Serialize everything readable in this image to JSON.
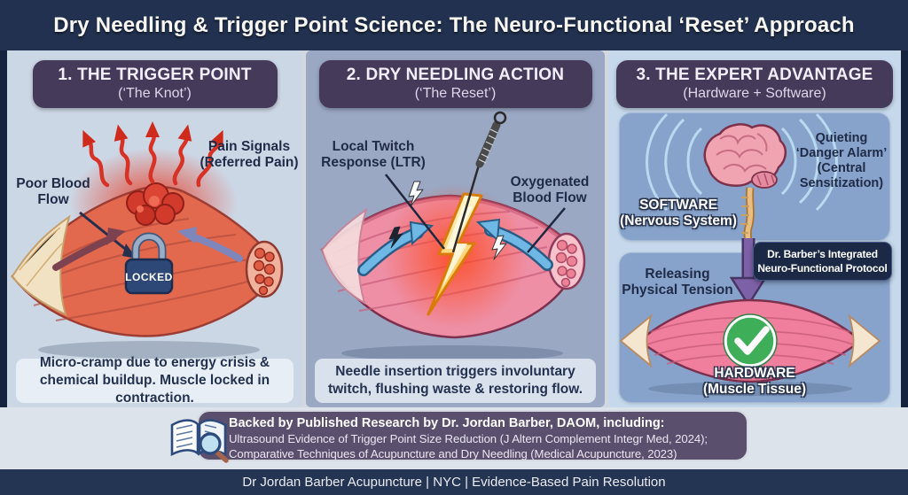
{
  "title": "Dry Needling & Trigger Point Science: The Neuro-Functional ‘Reset’ Approach",
  "panels": [
    {
      "heading": "1. THE TRIGGER POINT",
      "subheading": "(‘The Knot’)",
      "label_pain": "Pain Signals\n(Referred Pain)",
      "label_flow": "Poor Blood\nFlow",
      "lock_text": "LOCKED",
      "caption": "Micro-cramp due to energy crisis & chemical buildup. Muscle locked in contraction."
    },
    {
      "heading": "2. DRY NEEDLING ACTION",
      "subheading": "(‘The Reset’)",
      "label_ltr": "Local Twitch\nResponse (LTR)",
      "label_oxy": "Oxygenated\nBlood Flow",
      "caption": "Needle insertion triggers involuntary twitch, flushing waste & restoring flow."
    },
    {
      "heading": "3. THE EXPERT ADVANTAGE",
      "subheading": "(Hardware + Software)",
      "label_quieting": "Quieting\n‘Danger Alarm’\n(Central\nSensitization)",
      "label_software": "SOFTWARE\n(Nervous System)",
      "protocol_badge": "Dr. Barber’s Integrated\nNeuro-Functional Protocol",
      "label_releasing": "Releasing\nPhysical Tension",
      "label_hardware": "HARDWARE\n(Muscle Tissue)"
    }
  ],
  "research": {
    "line1": "Backed by Published Research by Dr. Jordan Barber, DAOM, including:",
    "line2": "Ultrasound Evidence of Trigger Point Size Reduction (J Altern Complement Integr Med, 2024);",
    "line3": "Comparative Techniques of Acupuncture and Dry Needling (Medical Acupuncture, 2023)"
  },
  "footer": "Dr Jordan Barber Acupuncture | NYC | Evidence-Based Pain Resolution",
  "icons": [
    "pain-arrows-icon",
    "padlock-icon",
    "blood-flow-arrow-icons",
    "needle-icon",
    "lightning-bolt-icon",
    "spark-icons",
    "brain-icon",
    "spine-icon",
    "wave-arcs-icon",
    "down-arrow-icon",
    "checkmark-icon",
    "book-search-icon"
  ],
  "colors": {
    "navy_bar": "#21314f",
    "footer_bar": "#243453",
    "panel_header_purple": "#463a5b",
    "panel1_bg": "#ccd7e5",
    "panel2_bg": "#9aa8c4",
    "panel3_bg": "#c6d9ec",
    "inner_box_blue": "#87a3cb",
    "protocol_badge_navy": "#1b2947",
    "research_badge_purple": "#5b4f6e",
    "pain_red": "#d63226",
    "oxygen_blue": "#6fb8e6",
    "check_green": "#3fae58",
    "lock_blue": "#2d4877",
    "muscle_red": "#e2684e",
    "muscle_pink": "#ee8fa6"
  }
}
